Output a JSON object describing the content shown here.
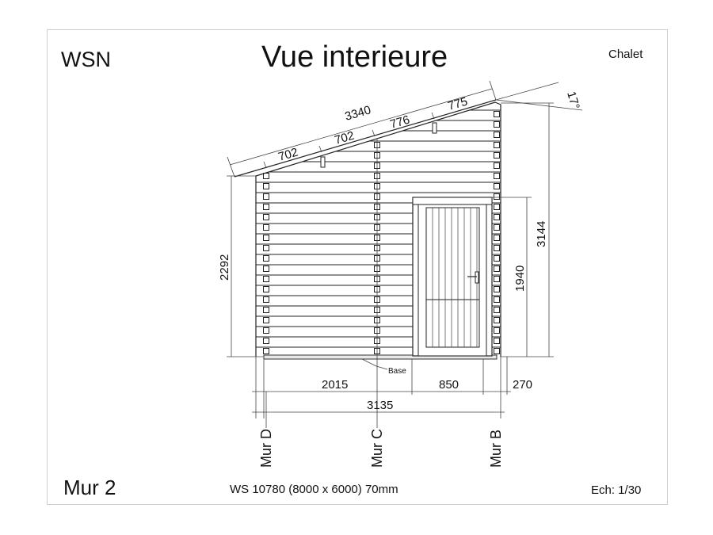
{
  "header": {
    "brand": "WSN",
    "title": "Vue interieure",
    "kind": "Chalet"
  },
  "footer": {
    "wall": "Mur 2",
    "model": "WS 10780 (8000 x 6000) 70mm",
    "scale": "Ech: 1/30"
  },
  "dimensions": {
    "roof_total": "3340",
    "roof_seg1": "702",
    "roof_seg2": "702",
    "roof_seg3": "776",
    "roof_seg4": "775",
    "angle": "17°",
    "height_left": "2292",
    "height_right": "3144",
    "door_height": "1940",
    "bottom_seg1": "2015",
    "bottom_seg2": "850",
    "bottom_seg3": "270",
    "bottom_total": "3135",
    "base_label": "Base"
  },
  "walls": {
    "left": "Mur D",
    "middle": "Mur C",
    "right": "Mur B"
  }
}
